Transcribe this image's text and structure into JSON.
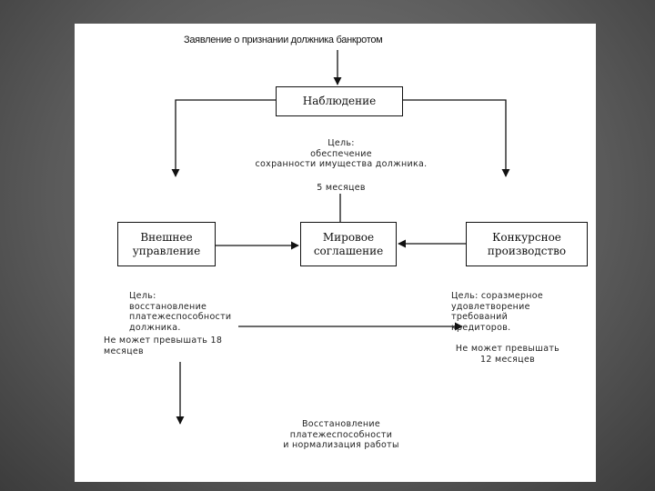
{
  "diagram": {
    "start_label": "Заявление о признании должника банкротом",
    "nodes": {
      "observation": "Наблюдение",
      "external": "Внешнее\nуправление",
      "settlement": "Мировое\nсоглашение",
      "competitive": "Конкурсное\nпроизводство"
    },
    "observation_goal": "Цель:\nобеспечение\nсохранности имущества должника.",
    "observation_term": "5 месяцев",
    "external_goal": "Цель:\n      восстановление\n      платежеспособности\n      должника.",
    "external_term": "Не может превышать 18\n      месяцев",
    "competitive_goal": "Цель:   соразмерное\n      удовлетворение\n      требований\n      кредиторов.",
    "competitive_term": "Не может превышать\n12 месяцев",
    "final_outcome": "Восстановление\nплатежеспособности\nи нормализация работы"
  }
}
